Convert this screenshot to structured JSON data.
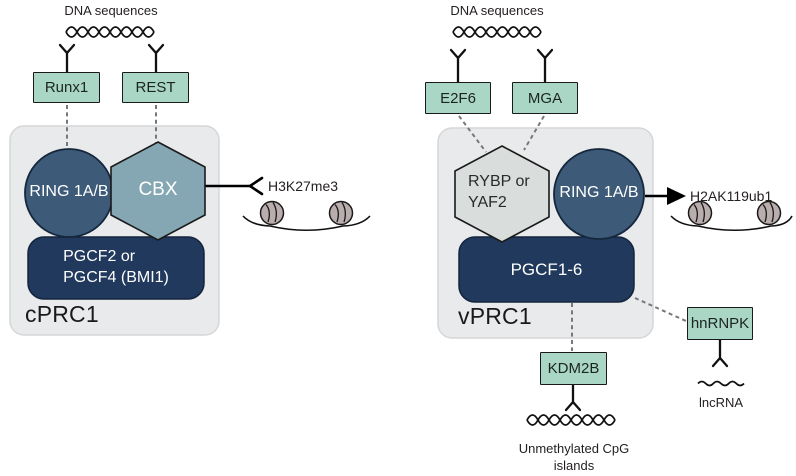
{
  "left": {
    "dna_label": "DNA sequences",
    "factor1": "Runx1",
    "factor2": "REST",
    "ring": "RING 1A/B",
    "cbx": "CBX",
    "pgcf_line1": "PGCF2 or",
    "pgcf_line2": "PGCF4 (BMI1)",
    "complex": "cPRC1",
    "mark": "H3K27me3"
  },
  "right": {
    "dna_label": "DNA sequences",
    "factor1": "E2F6",
    "factor2": "MGA",
    "rybp_line1": "RYBP or",
    "rybp_line2": "YAF2",
    "ring": "RING 1A/B",
    "pgcf": "PGCF1-6",
    "complex": "vPRC1",
    "mark": "H2AK119ub1",
    "kdm2b": "KDM2B",
    "hnrnpk": "hnRNPK",
    "lncrna": "lncRNA",
    "cpg_line1": "Unmethylated CpG",
    "cpg_line2": "islands"
  },
  "colors": {
    "factor_box": "#aad6c6",
    "ring_circle": "#3d5a78",
    "cbx_hexagon": "#85a6b3",
    "rybp_hexagon": "#d9dddc",
    "pgcf_box": "#20395c",
    "complex_bg": "#e9eaec",
    "complex_border": "#d4d6d8",
    "nucleosome_fill": "#b9adad",
    "dotted_line": "#77787b"
  }
}
